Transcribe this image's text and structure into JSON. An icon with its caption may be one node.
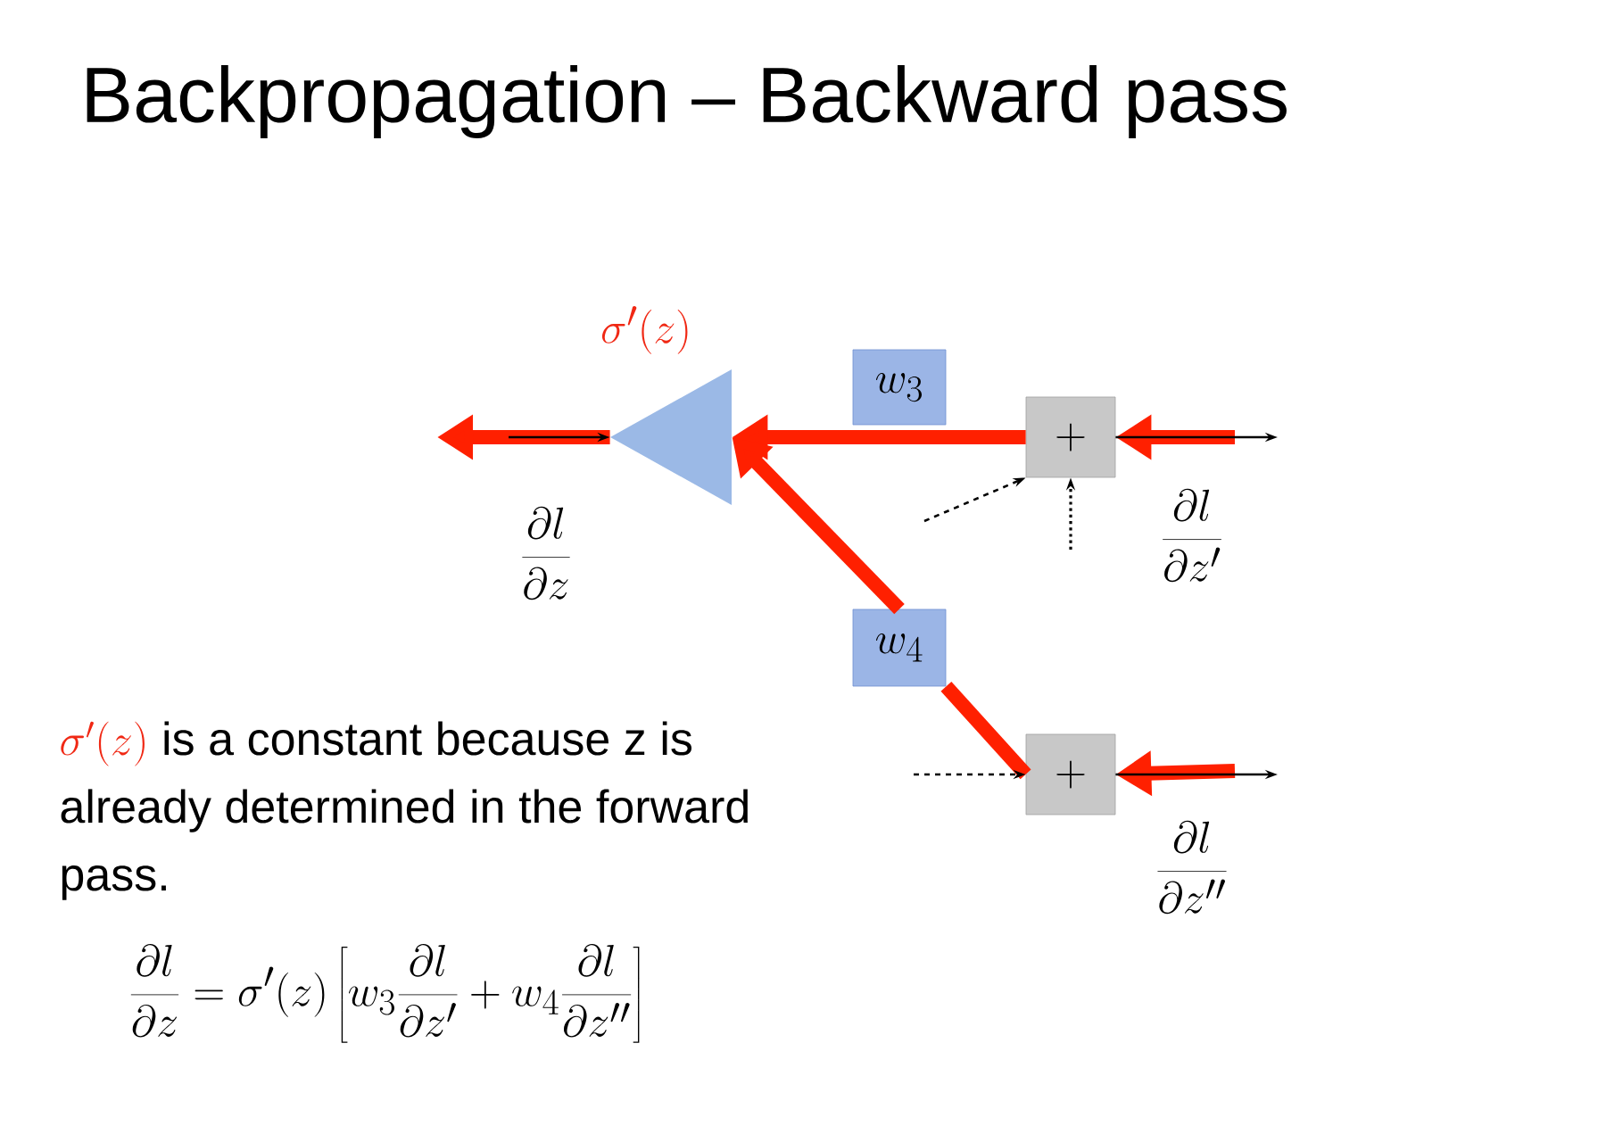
{
  "diagram": {
    "title": "Backpropagation – Backward pass",
    "nodes": [
      {
        "text": [],
        "shape": "triangle",
        "beside": [
          "\\sigma'(z)"
        ]
      },
      {
        "text": [
          "w_3"
        ]
      },
      {
        "text": [
          "+"
        ]
      },
      {
        "text": [
          "w_4"
        ]
      },
      {
        "text": [
          "+"
        ]
      }
    ],
    "edges": [
      {
        "from": 0,
        "to": null,
        "arrow": "to",
        "style": "thick",
        "label": "\\frac{\\partial l}{\\partial z}"
      },
      {
        "from": null,
        "to": 0,
        "arrow": "to",
        "color": "#000000"
      },
      {
        "from": 2,
        "to": 0,
        "arrow": "to",
        "style": "thick"
      },
      {
        "from": 4,
        "to": 3,
        "arrow": "none",
        "style": "thick"
      },
      {
        "from": 3,
        "to": 0,
        "arrow": "to",
        "style": "thick"
      },
      {
        "from": null,
        "to": 2,
        "arrow": "to",
        "style": "thick",
        "label": "\\frac{\\partial l}{\\partial z'}"
      },
      {
        "from": 2,
        "to": null,
        "arrow": "to",
        "color": "#000000"
      },
      {
        "from": null,
        "to": 2,
        "arrow": "to",
        "style": "dashed",
        "color": "#000000"
      },
      {
        "from": null,
        "to": 2,
        "arrow": "to",
        "style": "dashed",
        "color": "#000000"
      },
      {
        "from": null,
        "to": 4,
        "arrow": "to",
        "style": "dashed",
        "color": "#000000"
      },
      {
        "from": null,
        "to": 4,
        "arrow": "to",
        "style": "thick",
        "label": "\\frac{\\partial l}{\\partial z''}"
      },
      {
        "from": 4,
        "to": null,
        "arrow": "to",
        "color": "#000000"
      }
    ],
    "labels": [
      "\\sigma'(z)",
      "is a constant because z is already determined in the forward pass.",
      "\\frac{\\partial l}{\\partial z} = \\sigma'(z) \\left[ w_3 \\frac{\\partial l}{\\partial z'} + w_4 \\frac{\\partial l}{\\partial z''} \\right]"
    ]
  }
}
